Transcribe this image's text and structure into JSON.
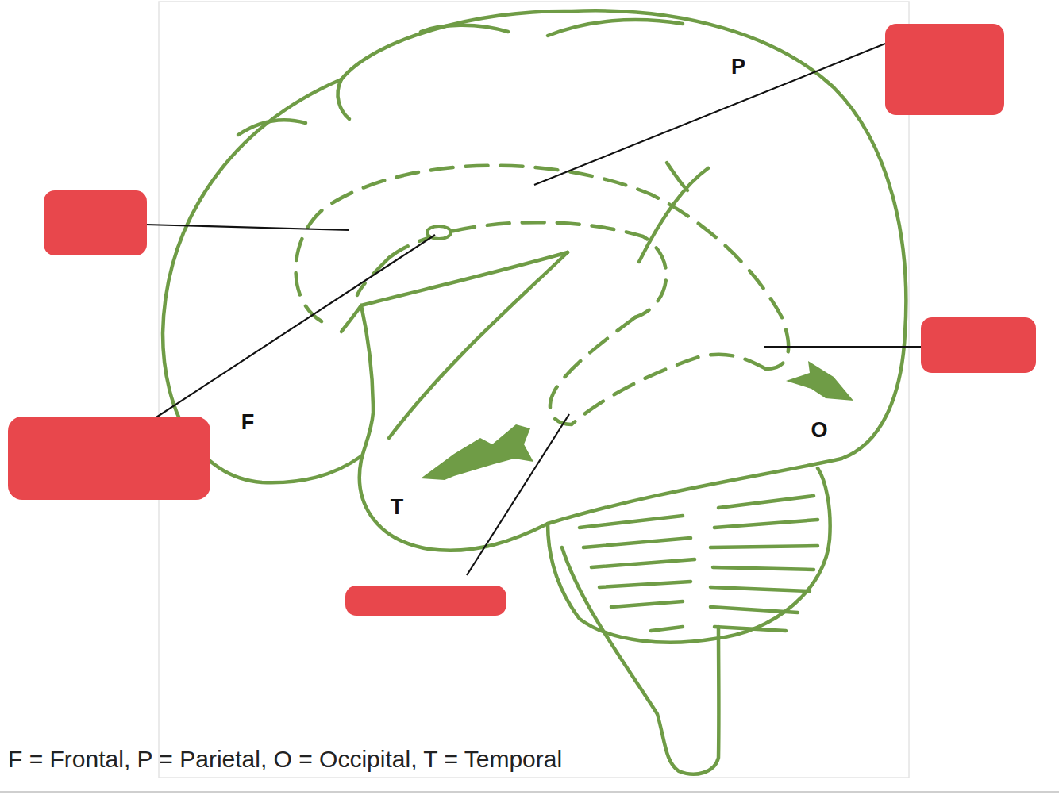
{
  "diagram": {
    "caption": "F = Frontal, P = Parietal, O = Occipital, T = Temporal",
    "labels": [
      "P",
      "F",
      "O",
      "T"
    ]
  }
}
